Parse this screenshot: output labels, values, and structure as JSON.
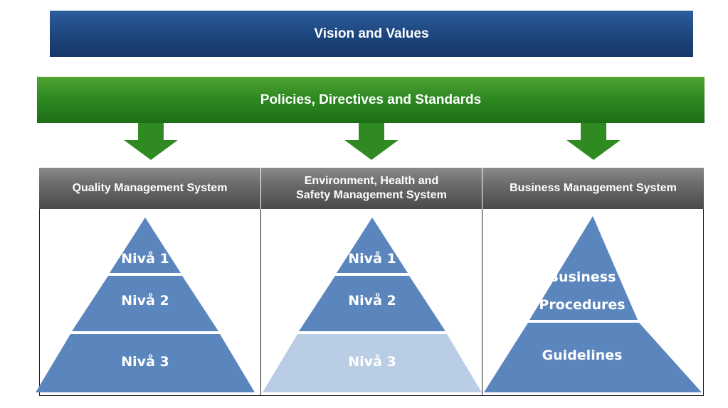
{
  "vision": "Vision and Values",
  "policies": "Policies, Directives and Standards",
  "colors": {
    "vision_blue": "#1e477f",
    "policies_green": "#2f8a22",
    "header_gray": "#5a5a5a",
    "pyramid_blue": "#5b86bd",
    "pyramid_light": "#b9cde4"
  },
  "columns": [
    {
      "header": [
        "Quality Management System"
      ],
      "levels": [
        "Nivå 1",
        "Nivå 2",
        "Nivå 3"
      ]
    },
    {
      "header": [
        "Environment, Health and",
        "Safety Management System"
      ],
      "levels": [
        "Nivå 1",
        "Nivå 2",
        "Nivå 3"
      ]
    },
    {
      "header": [
        "Business Management System"
      ],
      "levels": [
        "Business",
        "Procedures",
        "Guidelines"
      ]
    }
  ]
}
